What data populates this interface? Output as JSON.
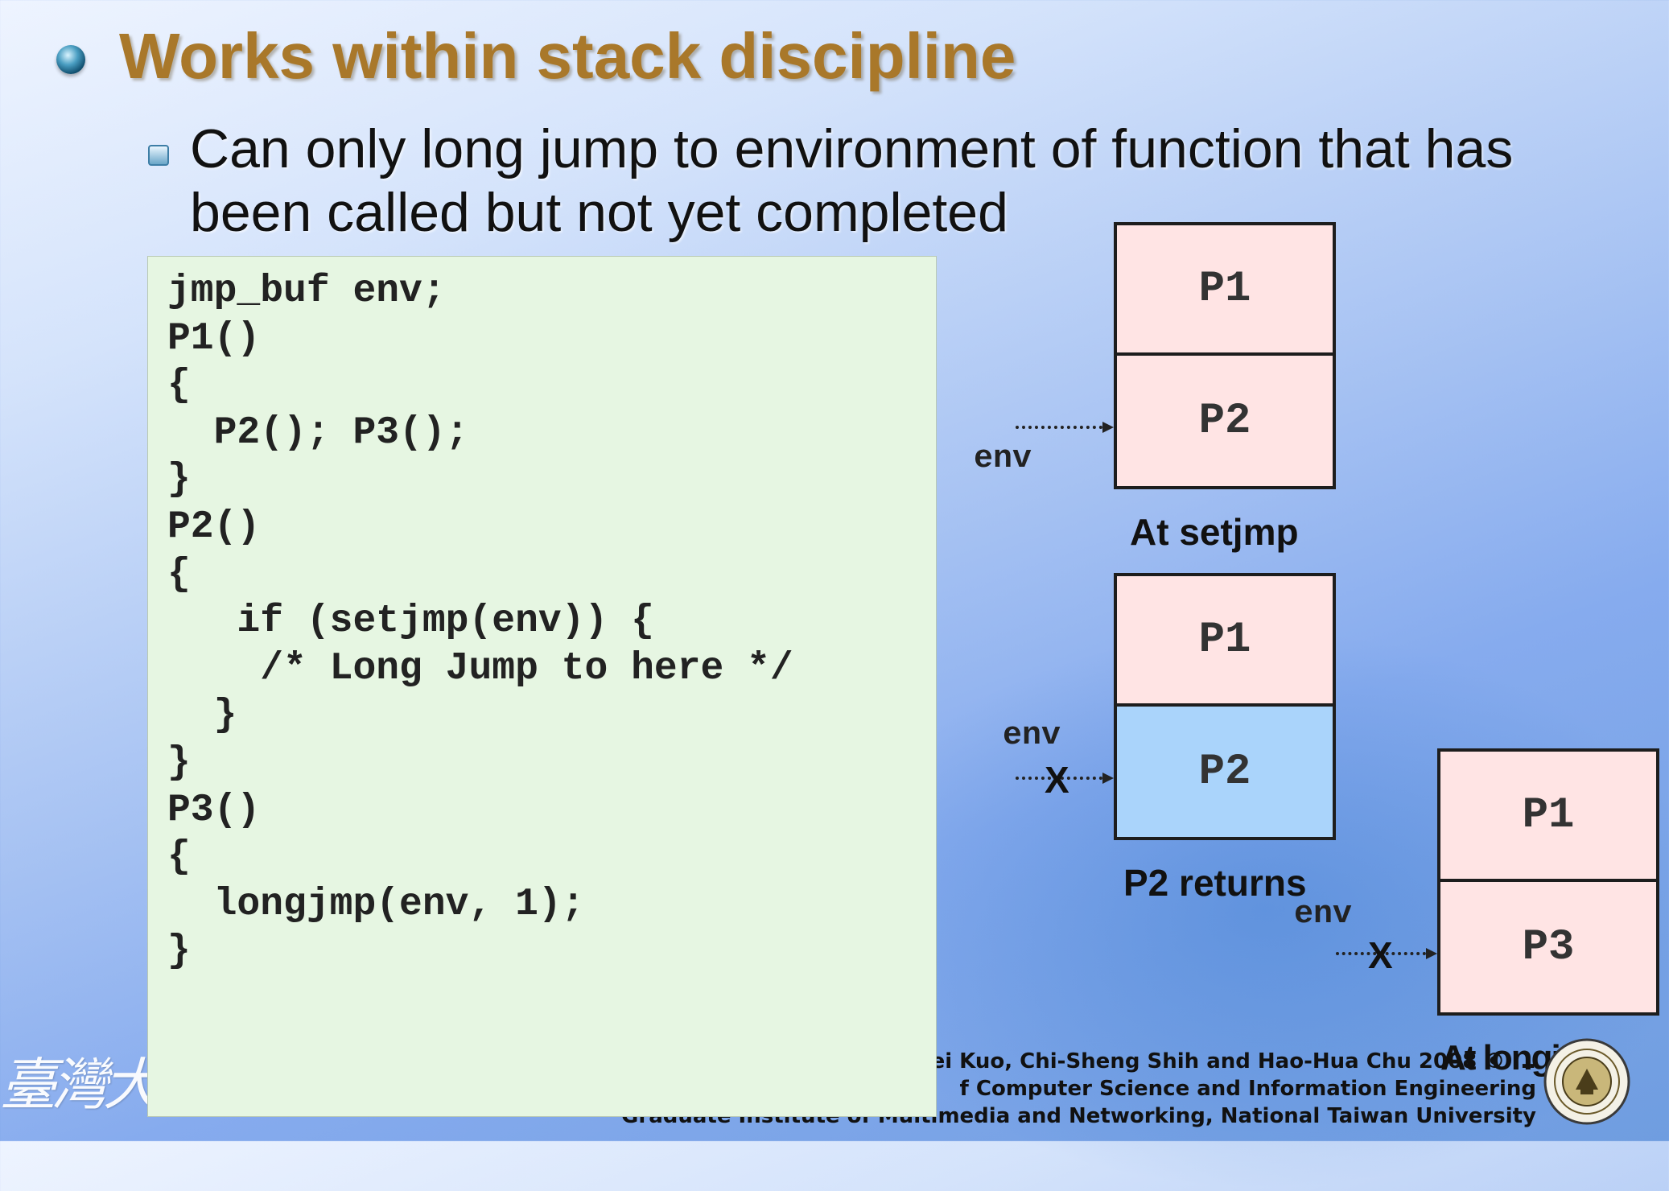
{
  "title": "Works within stack discipline",
  "subbullet": {
    "line1": "Can only long jump to environment of function that has",
    "line2": "been called but not yet completed"
  },
  "code": {
    "l1": "jmp_buf env;",
    "l2": "",
    "l3": "P1()",
    "l4": "{",
    "l5": "  P2(); P3();",
    "l6": "}",
    "l7": "",
    "l8": "P2()",
    "l9": "{",
    "l10": "   if (setjmp(env)) {",
    "l11": "    /* Long Jump to here */",
    "l12": "  }",
    "l13": "}",
    "l14": "",
    "l15": "P3()",
    "l16": "{",
    "l17": "  longjmp(env, 1);",
    "l18": "}"
  },
  "diagrams": {
    "setjmp": {
      "top": "P1",
      "bottom": "P2",
      "env": "env",
      "caption": "At setjmp"
    },
    "returns": {
      "top": "P1",
      "bottom": "P2",
      "env": "env",
      "x": "X",
      "caption": "P2 returns"
    },
    "longjmp": {
      "top": "P1",
      "bottom": "P3",
      "env": "env",
      "x": "X",
      "caption": "At longjmp"
    }
  },
  "footer": {
    "line1": "Wei Kuo, Chi-Sheng Shih and Hao-Hua Chu 2008 © ...",
    "line2": "f Computer Science and Information Engineering",
    "line3": "Graduate Institute of Multimedia and Networking, National Taiwan University"
  },
  "logo_text": "臺灣大學",
  "colors": {
    "title": "#a9782a",
    "code_bg": "#e6f6e2",
    "frame_pink": "#ffe4e4",
    "frame_blue": "#aad4fb"
  }
}
